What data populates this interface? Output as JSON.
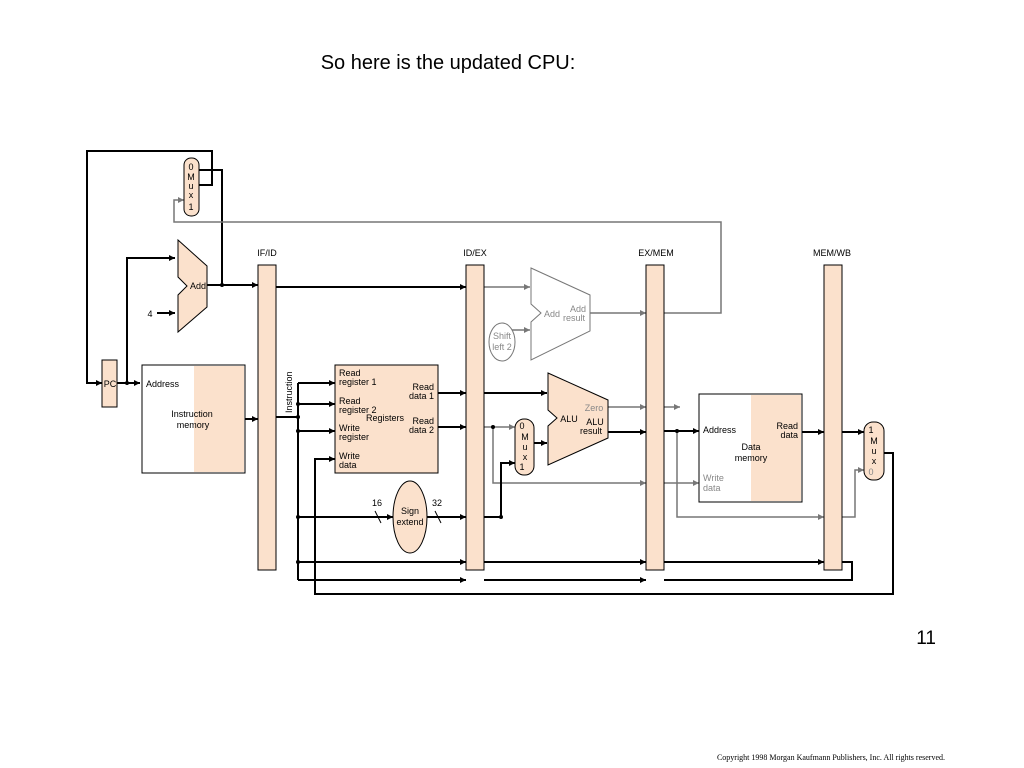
{
  "title": "So here is the updated CPU:",
  "page_number": "11",
  "copyright": "Copyright 1998 Morgan Kaufmann Publishers, Inc. All rights reserved.",
  "pipeline_registers": [
    "IF/ID",
    "ID/EX",
    "EX/MEM",
    "MEM/WB"
  ],
  "pc": "PC",
  "const_four": "4",
  "if_add": "Add",
  "instruction_memory": {
    "address": "Address",
    "name_line1": "Instruction",
    "name_line2": "memory"
  },
  "instruction_label": "Instruction",
  "registers": {
    "read_register_1": [
      "Read",
      "register 1"
    ],
    "read_register_2": [
      "Read",
      "register 2"
    ],
    "write_register": [
      "Write",
      "register"
    ],
    "write_data": [
      "Write",
      "data"
    ],
    "name": "Registers",
    "read_data_1": [
      "Read",
      "data 1"
    ],
    "read_data_2": [
      "Read",
      "data 2"
    ]
  },
  "sign_extend": {
    "line1": "Sign",
    "line2": "extend",
    "in_bits": "16",
    "out_bits": "32"
  },
  "shift_left": {
    "line1": "Shift",
    "line2": "left 2"
  },
  "branch_adder": {
    "add": "Add",
    "result_line1": "Add",
    "result_line2": "result"
  },
  "alu": {
    "name": "ALU",
    "zero": "Zero",
    "result_line1": "ALU",
    "result_line2": "result"
  },
  "pc_mux": [
    "0",
    "M",
    "u",
    "x",
    "1"
  ],
  "alu_mux": [
    "0",
    "M",
    "u",
    "x",
    "1"
  ],
  "wb_mux": [
    "1",
    "M",
    "u",
    "x",
    "0"
  ],
  "data_memory": {
    "address": "Address",
    "read_data": [
      "Read",
      "data"
    ],
    "name": [
      "Data",
      "memory"
    ],
    "write_data": [
      "Write",
      "data"
    ]
  }
}
